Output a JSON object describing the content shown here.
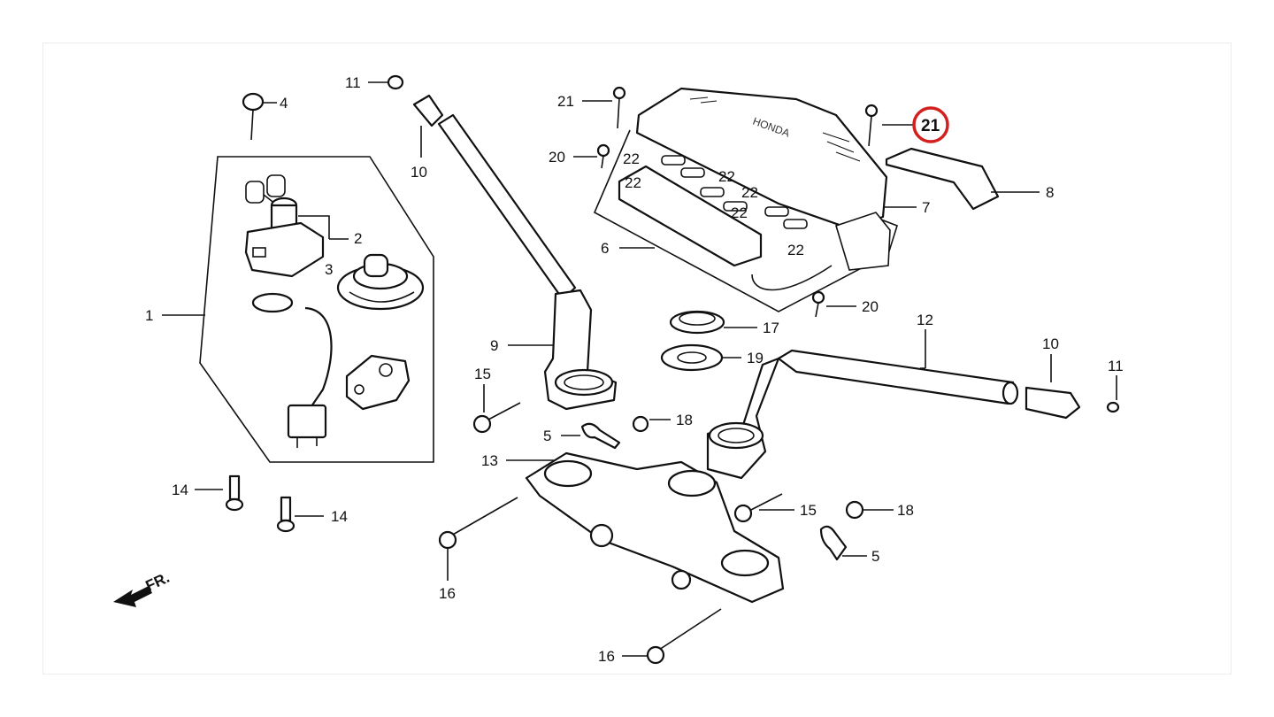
{
  "diagram": {
    "direction_label": "FR.",
    "highlight": {
      "part": "21",
      "color": "#d41f1f"
    },
    "callouts": {
      "c1": "1",
      "c2": "2",
      "c3": "3",
      "c4": "4",
      "c5a": "5",
      "c5b": "5",
      "c6": "6",
      "c7": "7",
      "c8": "8",
      "c9": "9",
      "c10a": "10",
      "c10b": "10",
      "c11a": "11",
      "c11b": "11",
      "c12": "12",
      "c13": "13",
      "c14a": "14",
      "c14b": "14",
      "c15a": "15",
      "c15b": "15",
      "c16a": "16",
      "c16b": "16",
      "c17": "17",
      "c18a": "18",
      "c18b": "18",
      "c19": "19",
      "c20a": "20",
      "c20b": "20",
      "c21a": "21",
      "c21b": "21",
      "c22a": "22",
      "c22b": "22",
      "c22c": "22",
      "c22d": "22",
      "c22e": "22",
      "c22f": "22"
    }
  }
}
